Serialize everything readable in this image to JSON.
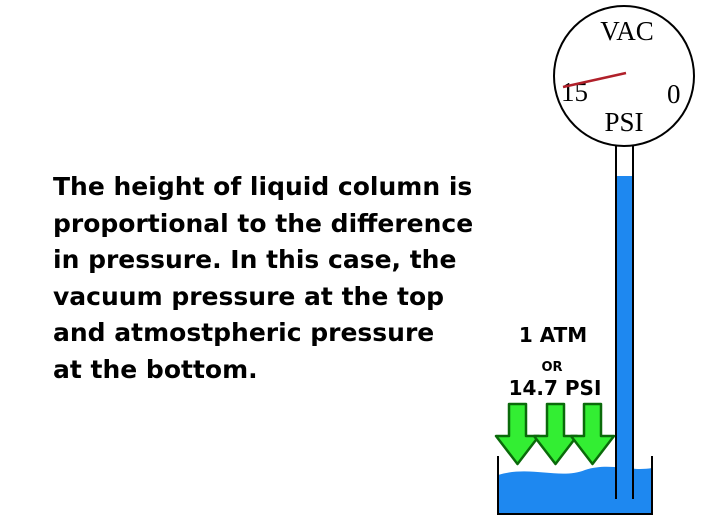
{
  "explanation": {
    "lines": [
      "The height of liquid column is",
      "proportional to the difference",
      "in pressure. In this case, the",
      "vacuum pressure at the top",
      "and atmostpheric pressure",
      "at the bottom."
    ]
  },
  "gauge": {
    "title": "VAC",
    "unit": "PSI",
    "scale_left": "15",
    "scale_right": "0"
  },
  "atmosphere": {
    "line1": "1 ATM",
    "line2": "OR",
    "line3": "14.7 PSI"
  },
  "colors": {
    "liquid": "#1e88f0",
    "arrow_fill": "#33ee33",
    "arrow_stroke": "#0a6a0a",
    "needle": "#b0202a"
  }
}
